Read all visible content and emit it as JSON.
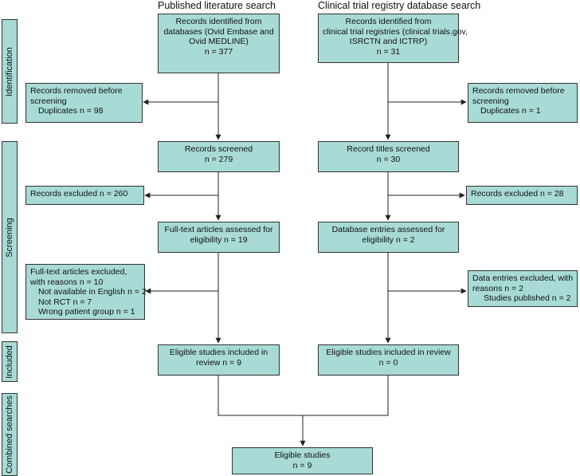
{
  "columns": {
    "left_title": "Published literature search",
    "right_title": "Clinical trial registry database search"
  },
  "stages": [
    "Identification",
    "Screening",
    "Included",
    "Combined searches"
  ],
  "left": {
    "identified": [
      "Records identified from",
      "databases (Ovid Embase and",
      "Ovid MEDLINE)",
      "n = 377"
    ],
    "removed": [
      "Records removed before",
      "screening",
      "Duplicates n = 98"
    ],
    "screened": [
      "Records screened",
      "n = 279"
    ],
    "excluded": [
      "Records excluded n = 260"
    ],
    "fulltext": [
      "Full-text articles assessed for",
      "eligibility n = 19"
    ],
    "fulltext_excluded": [
      "Full-text articles excluded,",
      "with reasons n = 10",
      "Not available in English n = 2",
      "Not RCT n = 7",
      "Wrong patient group n = 1"
    ],
    "included": [
      "Eligible studies included in",
      "review n = 9"
    ]
  },
  "right": {
    "identified": [
      "Records identified from",
      "clinical trial registries (clinical trials.gov,",
      "ISRCTN and ICTRP)",
      "n = 31"
    ],
    "removed": [
      "Records removed before",
      "screening",
      "Duplicates n = 1"
    ],
    "screened": [
      "Record titles screened",
      "n = 30"
    ],
    "excluded": [
      "Records excluded n = 28"
    ],
    "entries": [
      "Database entries assessed for",
      "eligibility n = 2"
    ],
    "entries_excluded": [
      "Data entries excluded, with",
      "reasons n = 2",
      "Studies published n = 2"
    ],
    "included": [
      "Eligible studies included in review",
      "n = 0"
    ]
  },
  "combined": [
    "Eligible studies",
    "n = 9"
  ],
  "colors": {
    "box_fill": "#a8dbd5",
    "border": "#333333"
  }
}
